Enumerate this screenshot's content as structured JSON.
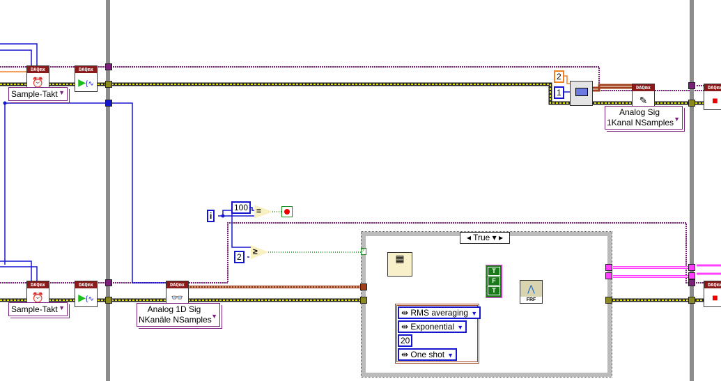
{
  "diagram": {
    "top_row": {
      "timing_ring": "Sample-Takt",
      "write_ring_line1": "Analog Sig",
      "write_ring_line2": "1Kanal NSamples",
      "const_orange": "2",
      "const_blue": "1"
    },
    "bottom_row": {
      "timing_ring": "Sample-Takt",
      "read_ring_line1": "Analog 1D Sig",
      "read_ring_line2": "NKanäle NSamples"
    },
    "loop": {
      "iteration_terminal": "i",
      "const_100": "100",
      "const_2": "2",
      "equal_symbol": "=",
      "ge_symbol": "≥"
    },
    "case_structure": {
      "selector_value": "True",
      "boolean_array": [
        "T",
        "F",
        "T"
      ],
      "frf_label": "FRF",
      "averaging_cluster": {
        "mode": "RMS averaging",
        "weighting": "Exponential",
        "count": "20",
        "action": "One shot"
      }
    },
    "node_header": "DAQmx",
    "colors": {
      "task_wire": "#c8c800",
      "error_wire": "#7a1f7a",
      "numeric": "#1515d0",
      "waveform": "#a0401a",
      "cluster_pink": "#ff40ff",
      "loop_border": "#8c8c8c"
    }
  }
}
